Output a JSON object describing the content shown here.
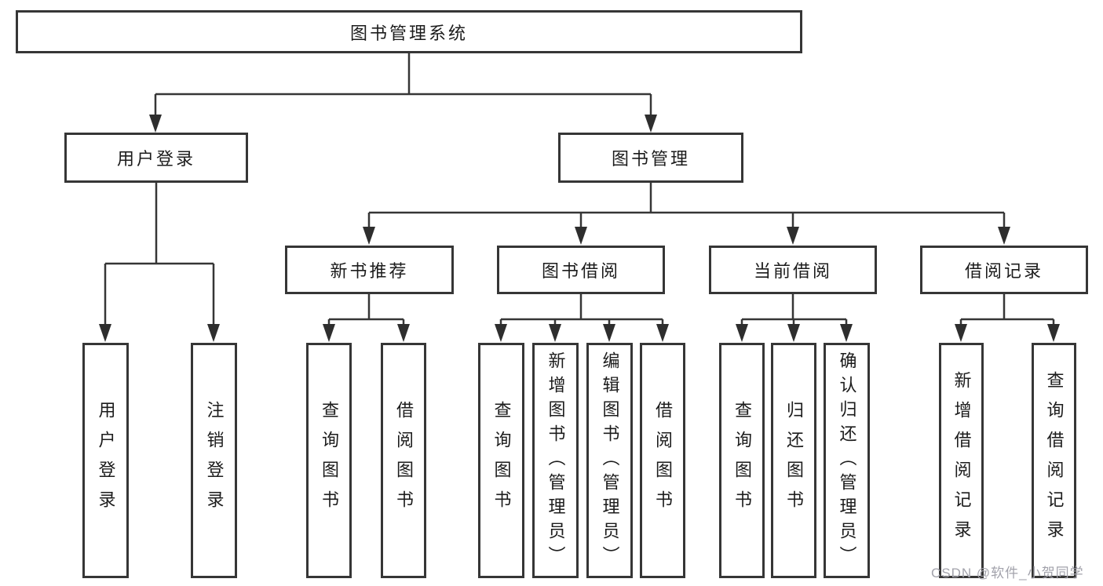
{
  "diagram": {
    "title_node": {
      "label": "图书管理系统"
    },
    "level2": [
      {
        "label": "用户登录"
      },
      {
        "label": "图书管理"
      }
    ],
    "level3": [
      {
        "label": "新书推荐"
      },
      {
        "label": "图书借阅"
      },
      {
        "label": "当前借阅"
      },
      {
        "label": "借阅记录"
      }
    ],
    "leaves": {
      "user_login": [
        "用户登录",
        "注销登录"
      ],
      "new_book": [
        "查询图书",
        "借阅图书"
      ],
      "borrow": [
        "查询图书",
        "新增图书（管理员）",
        "编辑图书（管理员）",
        "借阅图书"
      ],
      "current": [
        "查询图书",
        "归还图书",
        "确认归还（管理员）"
      ],
      "records": [
        "新增借阅记录",
        "查询借阅记录"
      ]
    }
  },
  "watermark": {
    "text": "CSDN @软件_小贺同学"
  },
  "colors": {
    "line": "#363636",
    "arrow_fill": "#2e2e2e",
    "node_border": "#363636",
    "text": "#1c1c1c",
    "watermark": "#a2a2ab",
    "background": "#ffffff"
  }
}
